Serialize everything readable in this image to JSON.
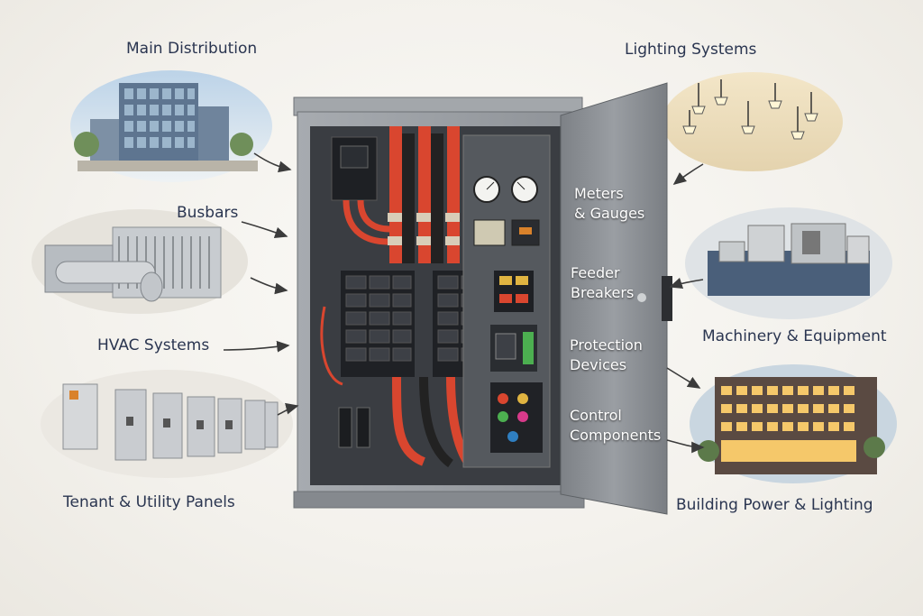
{
  "left_labels": {
    "main_distribution": "Main Distribution",
    "busbars": "Busbars",
    "hvac": "HVAC Systems",
    "tenant": "Tenant & Utility Panels"
  },
  "right_labels": {
    "lighting": "Lighting Systems",
    "machinery": "Machinery & Equipment",
    "building": "Building Power & Lighting"
  },
  "door_labels": {
    "meters_1": "Meters",
    "meters_2": "& Gauges",
    "feeder_1": "Feeder",
    "feeder_2": "Breakers",
    "protection_1": "Protection",
    "protection_2": "Devices",
    "control_1": "Control",
    "control_2": "Components"
  },
  "colors": {
    "label_text": "#2a3550",
    "busbar_red": "#d9462f",
    "cabinet_gray": "#8e9296",
    "panel_dark": "#2e3136",
    "arrow": "#3b3b3b"
  }
}
